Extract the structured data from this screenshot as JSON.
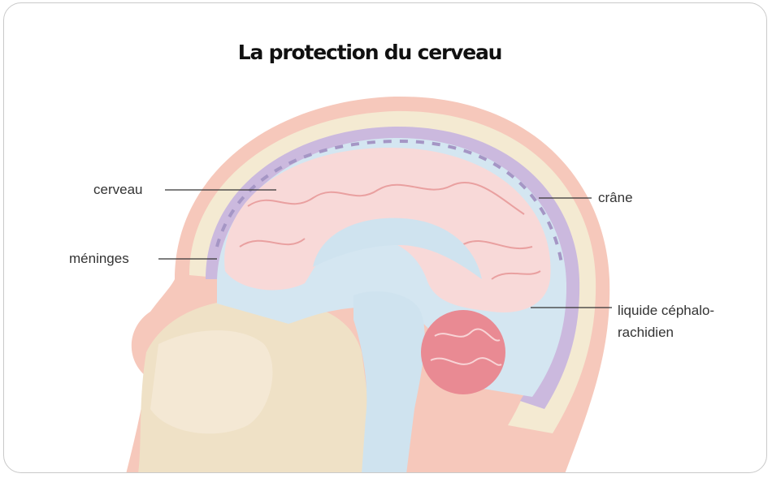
{
  "title": "La protection du cerveau",
  "labels": {
    "cerveau": "cerveau",
    "meninges": "méninges",
    "crane": "crâne",
    "lcr_line1": "liquide céphalo-",
    "lcr_line2": "rachidien"
  },
  "colors": {
    "skin": "#f3b6a6",
    "skull": "#f4ead2",
    "meninges": "#c9b8dc",
    "csf": "#cfe3ef",
    "brain": "#f9dcdc",
    "brain_folds": "#e99a9a",
    "cerebellum": "#e57a84",
    "face": "#efe3cf"
  }
}
